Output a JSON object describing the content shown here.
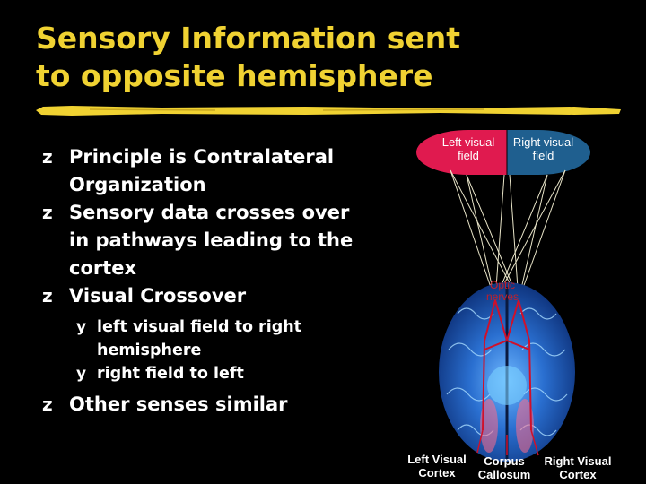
{
  "title": {
    "line1": "Sensory Information sent",
    "line2": "to opposite hemisphere"
  },
  "bullets": [
    {
      "marker": "z",
      "text_lines": [
        "Principle is Contralateral",
        "Organization"
      ]
    },
    {
      "marker": "z",
      "text_lines": [
        "Sensory data crosses over",
        "in pathways leading to the",
        "cortex"
      ]
    },
    {
      "marker": "z",
      "text_lines": [
        "Visual Crossover"
      ]
    }
  ],
  "sub_bullets": [
    {
      "marker": "y",
      "text_lines": [
        "left visual field to right",
        "hemisphere"
      ]
    },
    {
      "marker": "y",
      "text_lines": [
        "right field to left"
      ]
    }
  ],
  "last_bullet": {
    "marker": "z",
    "text_lines": [
      "Other senses similar"
    ]
  },
  "diagram": {
    "left_field": [
      "Left visual",
      "field"
    ],
    "right_field": [
      "Right visual",
      "field"
    ],
    "optic_nerves": [
      "Optic",
      "nerves"
    ],
    "left_cortex": [
      "Left Visual",
      "Cortex"
    ],
    "corpus_callosum": [
      "Corpus",
      "Callosum"
    ],
    "right_cortex": [
      "Right Visual",
      "Cortex"
    ]
  },
  "colors": {
    "title": "#f0d232",
    "left_field": "#e01a4f",
    "right_field": "#1f5f8f",
    "optic_label": "#c0202a"
  }
}
